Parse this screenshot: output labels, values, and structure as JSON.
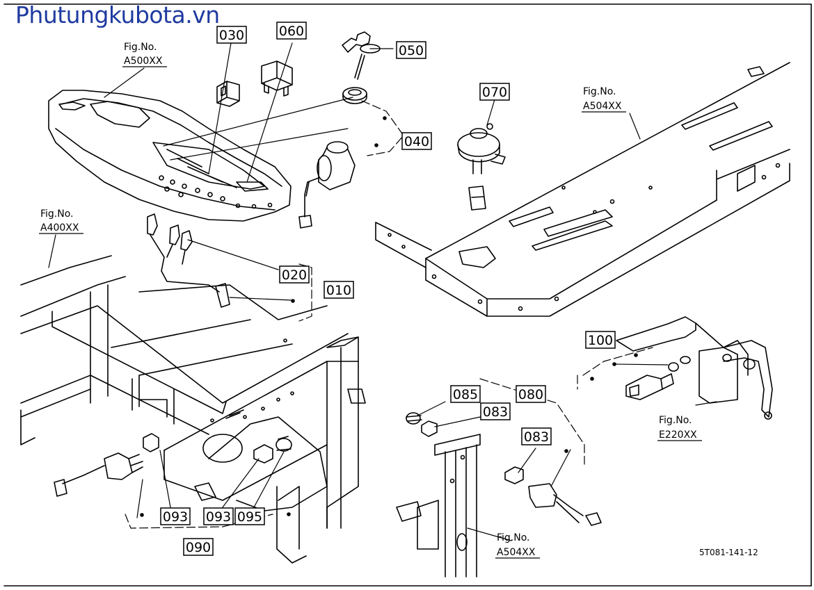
{
  "site": {
    "title": "Phutungkubota.vn"
  },
  "figure_refs": [
    {
      "line1": "Fig.No.",
      "line2": "A500XX"
    },
    {
      "line1": "Fig.No.",
      "line2": "A504XX"
    },
    {
      "line1": "Fig.No.",
      "line2": "A400XX"
    },
    {
      "line1": "Fig.No.",
      "line2": "E220XX"
    },
    {
      "line1": "Fig.No.",
      "line2": "A504XX"
    }
  ],
  "part_labels": [
    "030",
    "060",
    "050",
    "040",
    "070",
    "020",
    "010",
    "100",
    "085",
    "080",
    "083",
    "083",
    "093",
    "093",
    "095",
    "090"
  ],
  "drawing_code": "5T081-141-12",
  "colors": {
    "title": "#1f3aa0",
    "line": "#000000",
    "background": "#ffffff"
  }
}
